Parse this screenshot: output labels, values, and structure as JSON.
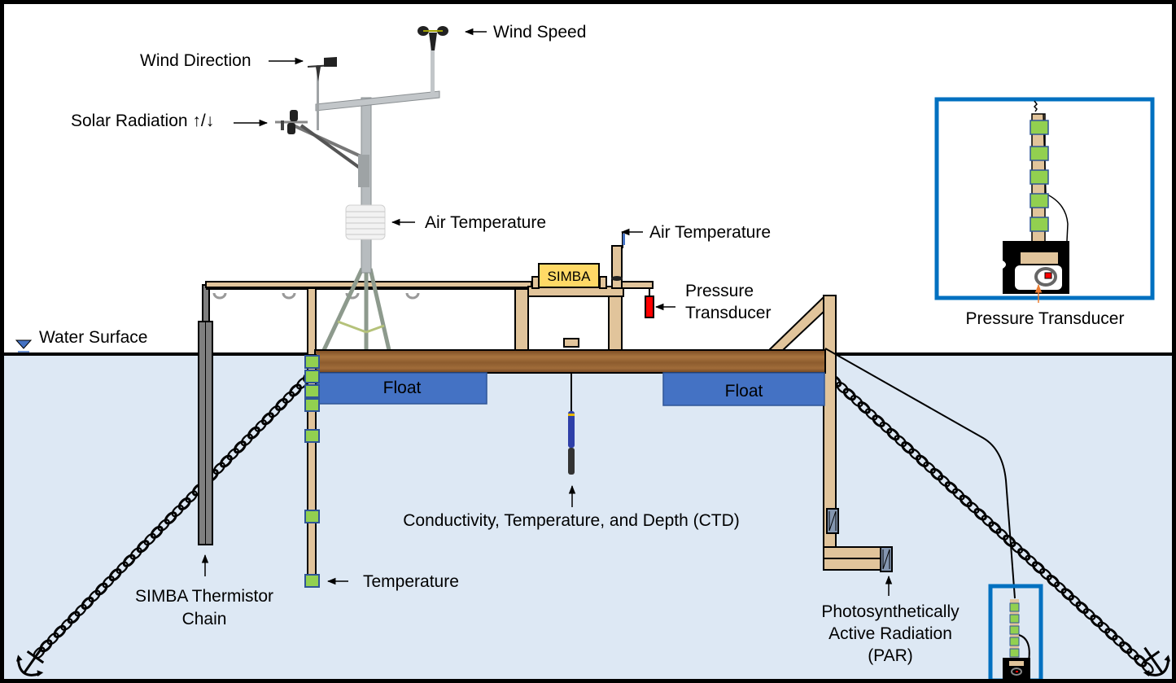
{
  "labels": {
    "wind_speed": "Wind Speed",
    "wind_direction": "Wind Direction",
    "solar_radiation": "Solar Radiation ↑/↓",
    "air_temperature_tower": "Air Temperature",
    "air_temperature_deck": "Air Temperature",
    "pressure_transducer_deck_line1": "Pressure",
    "pressure_transducer_deck_line2": "Transducer",
    "simba_box": "SIMBA",
    "water_surface": "Water Surface",
    "float_left": "Float",
    "float_right": "Float",
    "ctd": "Conductivity, Temperature, and Depth (CTD)",
    "simba_chain_line1": "SIMBA Thermistor",
    "simba_chain_line2": "Chain",
    "temperature": "Temperature",
    "par_line1": "Photosynthetically",
    "par_line2": "Active Radiation",
    "par_line3": "(PAR)",
    "inset_pressure_transducer": "Pressure Transducer"
  },
  "colors": {
    "water": "#dde8f4",
    "float": "#4472c4",
    "wood": "#e1c49b",
    "deck": "#8b5a2b",
    "sensor_green": "#92d050",
    "sensor_border": "#2f5597",
    "inset_border": "#0070c0",
    "pressure_red": "#ff0000",
    "simba_box": "#ffd966",
    "pipe_gray": "#7f7f7f",
    "par_sensor": "#8496b0",
    "arrow_orange": "#ed7d31"
  }
}
